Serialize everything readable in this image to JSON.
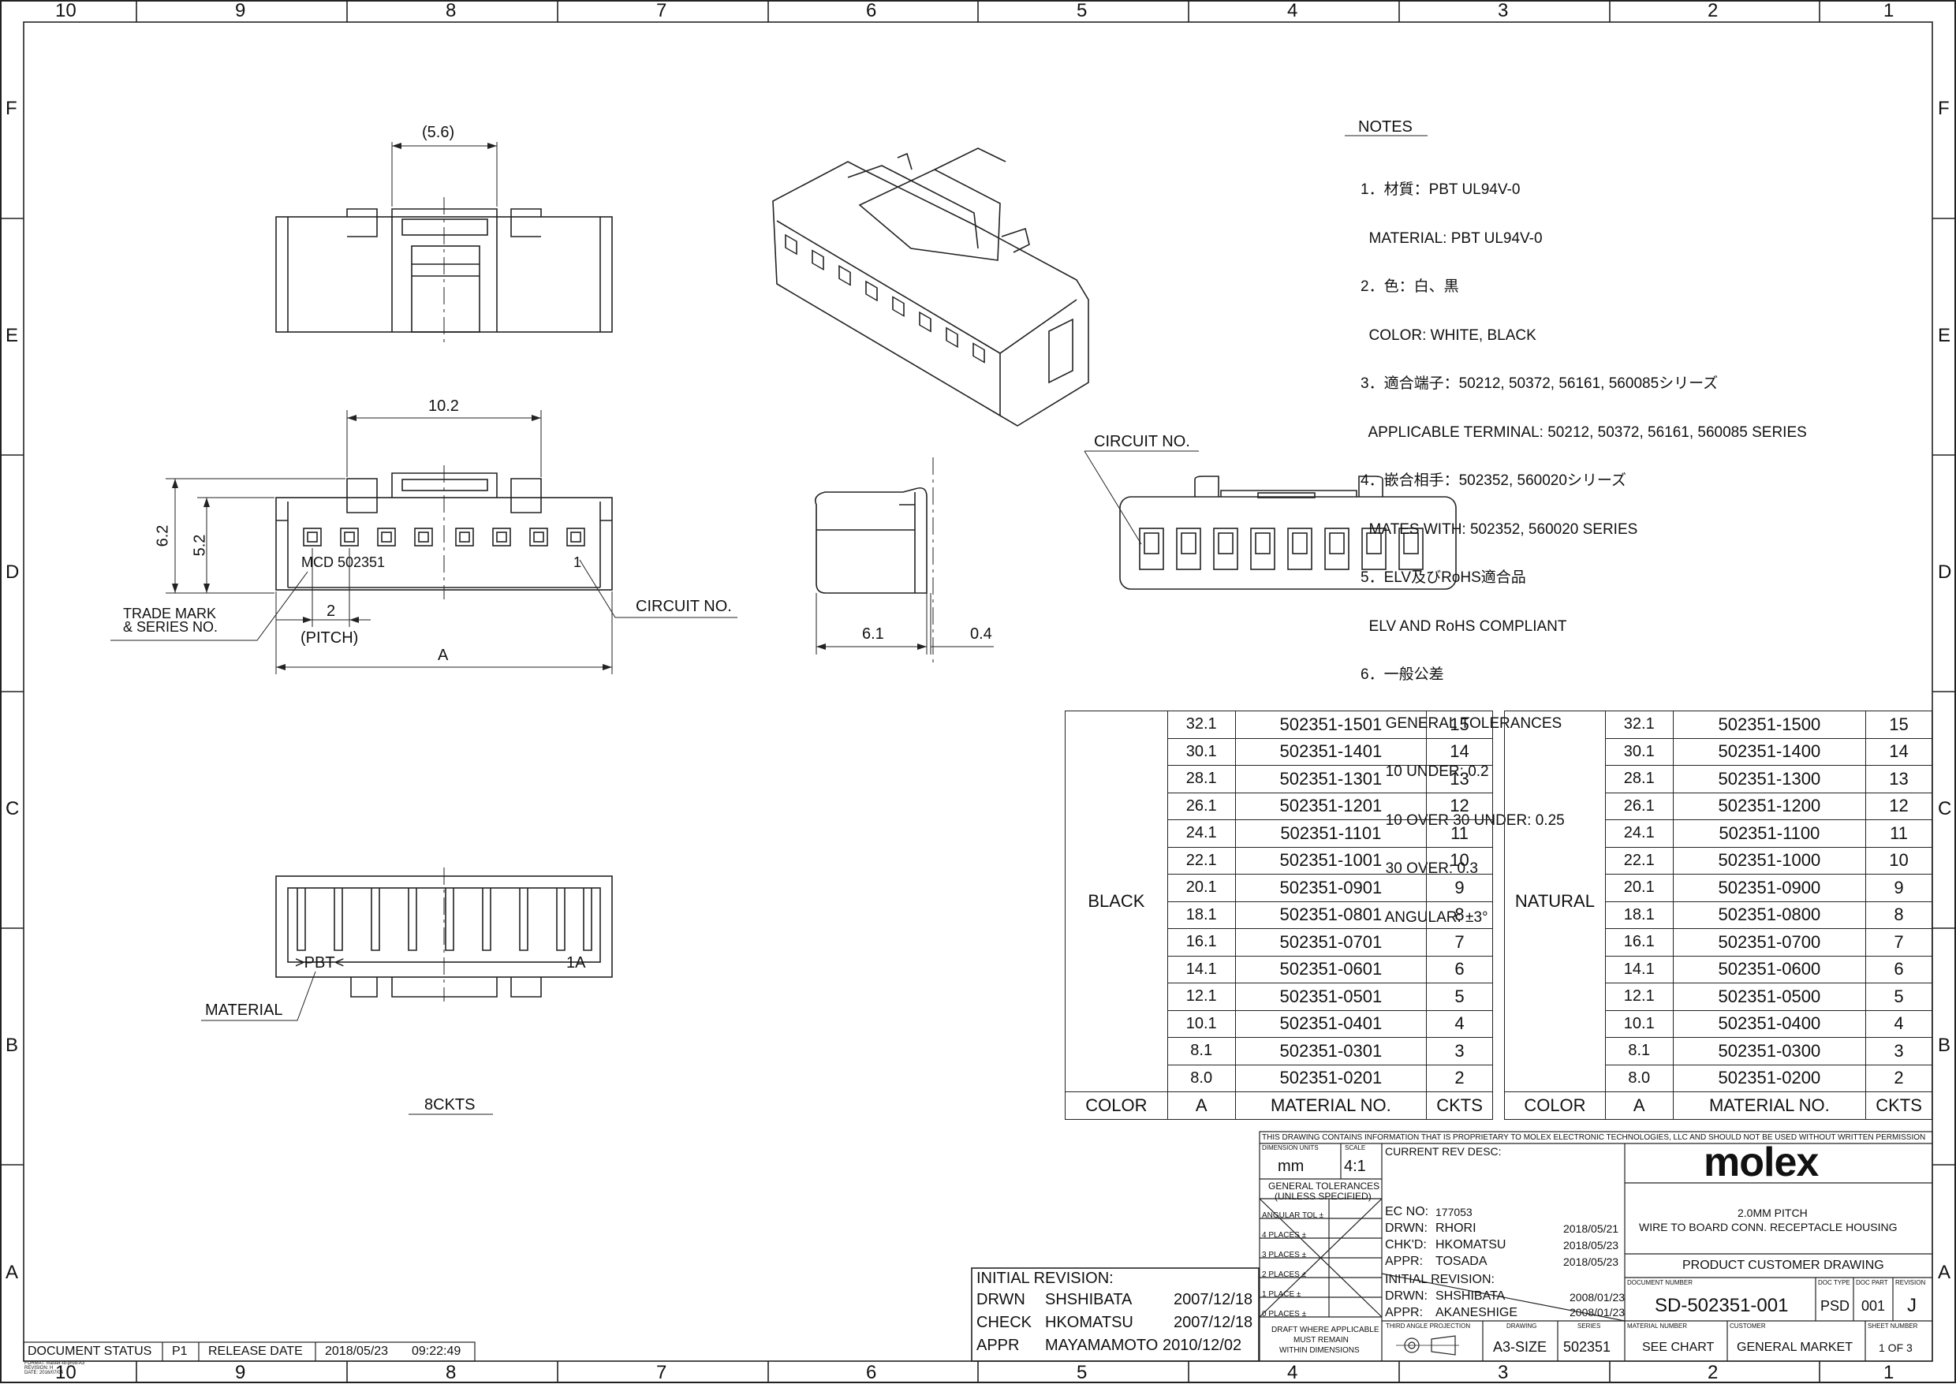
{
  "border": {
    "columns": [
      "10",
      "9",
      "8",
      "7",
      "6",
      "5",
      "4",
      "3",
      "2",
      "1"
    ],
    "rows": [
      "F",
      "E",
      "D",
      "C",
      "B",
      "A"
    ]
  },
  "notes": {
    "heading": "NOTES",
    "lines": [
      "1．材質：PBT UL94V-0",
      "  MATERIAL: PBT UL94V-0",
      "2．色：白、黒",
      "  COLOR: WHITE, BLACK",
      "3．適合端子：50212, 50372, 56161, 560085シリーズ",
      "  APPLICABLE TERMINAL: 50212, 50372, 56161, 560085 SERIES",
      "4．嵌合相手：502352, 560020シリーズ",
      "  MATES WITH: 502352, 560020 SERIES",
      "5．ELV及びRoHS適合品",
      "  ELV AND RoHS COMPLIANT",
      "6．一般公差",
      "      GENERAL TOLERANCES",
      "      10 UNDER: 0.2",
      "      10 OVER 30 UNDER: 0.25",
      "      30 OVER: 0.3",
      "      ANGULAR: ±3°"
    ]
  },
  "drawing_labels": {
    "dim_5_6": "(5.6)",
    "dim_10_2": "10.2",
    "dim_6_2": "6.2",
    "dim_5_2": "5.2",
    "mcd": "MCD 502351",
    "pin_one": "1",
    "trade_mark": "TRADE MARK",
    "series_no": "& SERIES NO.",
    "circuit_no_front": "CIRCUIT NO.",
    "pitch_value": "2",
    "pitch_label": "(PITCH)",
    "dim_a": "A",
    "pbt": ">PBT<",
    "one_a": "1A",
    "material": "MATERIAL",
    "ckts": "8CKTS",
    "dim_6_1": "6.1",
    "dim_0_4": "0.4",
    "circuit_no_end": "CIRCUIT NO."
  },
  "table_black": {
    "color_label": "BLACK",
    "rows": [
      {
        "a": "32.1",
        "material": "502351-1501",
        "ckts": "15"
      },
      {
        "a": "30.1",
        "material": "502351-1401",
        "ckts": "14"
      },
      {
        "a": "28.1",
        "material": "502351-1301",
        "ckts": "13"
      },
      {
        "a": "26.1",
        "material": "502351-1201",
        "ckts": "12"
      },
      {
        "a": "24.1",
        "material": "502351-1101",
        "ckts": "11"
      },
      {
        "a": "22.1",
        "material": "502351-1001",
        "ckts": "10"
      },
      {
        "a": "20.1",
        "material": "502351-0901",
        "ckts": "9"
      },
      {
        "a": "18.1",
        "material": "502351-0801",
        "ckts": "8"
      },
      {
        "a": "16.1",
        "material": "502351-0701",
        "ckts": "7"
      },
      {
        "a": "14.1",
        "material": "502351-0601",
        "ckts": "6"
      },
      {
        "a": "12.1",
        "material": "502351-0501",
        "ckts": "5"
      },
      {
        "a": "10.1",
        "material": "502351-0401",
        "ckts": "4"
      },
      {
        "a": "8.1",
        "material": "502351-0301",
        "ckts": "3"
      },
      {
        "a": "8.0",
        "material": "502351-0201",
        "ckts": "2"
      }
    ],
    "headers": {
      "color": "COLOR",
      "a": "A",
      "material": "MATERIAL NO.",
      "ckts": "CKTS"
    }
  },
  "table_natural": {
    "color_label": "NATURAL",
    "rows": [
      {
        "a": "32.1",
        "material": "502351-1500",
        "ckts": "15"
      },
      {
        "a": "30.1",
        "material": "502351-1400",
        "ckts": "14"
      },
      {
        "a": "28.1",
        "material": "502351-1300",
        "ckts": "13"
      },
      {
        "a": "26.1",
        "material": "502351-1200",
        "ckts": "12"
      },
      {
        "a": "24.1",
        "material": "502351-1100",
        "ckts": "11"
      },
      {
        "a": "22.1",
        "material": "502351-1000",
        "ckts": "10"
      },
      {
        "a": "20.1",
        "material": "502351-0900",
        "ckts": "9"
      },
      {
        "a": "18.1",
        "material": "502351-0800",
        "ckts": "8"
      },
      {
        "a": "16.1",
        "material": "502351-0700",
        "ckts": "7"
      },
      {
        "a": "14.1",
        "material": "502351-0600",
        "ckts": "6"
      },
      {
        "a": "12.1",
        "material": "502351-0500",
        "ckts": "5"
      },
      {
        "a": "10.1",
        "material": "502351-0400",
        "ckts": "4"
      },
      {
        "a": "8.1",
        "material": "502351-0300",
        "ckts": "3"
      },
      {
        "a": "8.0",
        "material": "502351-0200",
        "ckts": "2"
      }
    ],
    "headers": {
      "color": "COLOR",
      "a": "A",
      "material": "MATERIAL NO.",
      "ckts": "CKTS"
    }
  },
  "title_block": {
    "proprietary": "THIS DRAWING CONTAINS INFORMATION THAT IS PROPRIETARY TO MOLEX ELECTRONIC TECHNOLOGIES, LLC AND SHOULD NOT BE USED WITHOUT WRITTEN PERMISSION",
    "dimension_units_label": "DIMENSION UNITS",
    "scale_label": "SCALE",
    "units": "mm",
    "scale": "4:1",
    "gen_tol_1": "GENERAL TOLERANCES",
    "gen_tol_2": "(UNLESS SPECIFIED)",
    "tol_rows": [
      "ANGULAR TOL ±",
      "4 PLACES ±",
      "3 PLACES ±",
      "2 PLACES ±",
      "1 PLACE ±",
      "0 PLACES ±"
    ],
    "draft_1": "DRAFT WHERE APPLICABLE",
    "draft_2": "MUST REMAIN",
    "draft_3": "WITHIN DIMENSIONS",
    "current_rev": "CURRENT REV DESC:",
    "ec_no_label": "EC NO:",
    "ec_no": "177053",
    "drwn_label": "DRWN:",
    "drwn": "RHORI",
    "drwn_date": "2018/05/21",
    "chkd_label": "CHK'D:",
    "chkd": "HKOMATSU",
    "chkd_date": "2018/05/23",
    "appr_label": "APPR:",
    "appr": "TOSADA",
    "appr_date": "2018/05/23",
    "init_rev_label": "INITIAL REVISION:",
    "init_drwn": "SHSHIBATA",
    "init_drwn_date": "2008/01/23",
    "init_appr": "AKANESHIGE",
    "init_appr_date": "2008/01/23",
    "projection_label": "THIRD ANGLE PROJECTION",
    "drawing_label": "DRAWING",
    "series_label": "SERIES",
    "drawing_size": "A3-SIZE",
    "series": "502351",
    "logo": "molex",
    "desc_1": "2.0MM PITCH",
    "desc_2": "WIRE TO BOARD CONN. RECEPTACLE HOUSING",
    "doc_kind": "PRODUCT CUSTOMER DRAWING",
    "doc_number_label": "DOCUMENT NUMBER",
    "doc_type_label": "DOC TYPE",
    "doc_part_label": "DOC PART",
    "revision_label": "REVISION",
    "doc_number": "SD-502351-001",
    "doc_type": "PSD",
    "doc_part": "001",
    "revision": "J",
    "material_number_label": "MATERIAL NUMBER",
    "customer_label": "CUSTOMER",
    "sheet_number_label": "SHEET NUMBER",
    "material_number": "SEE CHART",
    "customer": "GENERAL MARKET",
    "sheet": "1 OF 3"
  },
  "initial_revision": {
    "label": "INITIAL REVISION:",
    "rows": [
      {
        "role": "DRWN",
        "name": "SHSHIBATA",
        "date": "2007/12/18"
      },
      {
        "role": "CHECK",
        "name": "HKOMATSU",
        "date": "2007/12/18"
      },
      {
        "role": "APPR",
        "name": "MAYAMAMOTO",
        "date": "2010/12/02"
      }
    ]
  },
  "status_bar": {
    "status_label": "DOCUMENT STATUS",
    "status": "P1",
    "release_label": "RELEASE DATE",
    "release_date": "2018/05/23",
    "release_time": "09:22:49"
  },
  "format_info": [
    "FORMAT: master-tb-prod-A3",
    "REVISION: H",
    "DATE: 2016/07/04"
  ]
}
